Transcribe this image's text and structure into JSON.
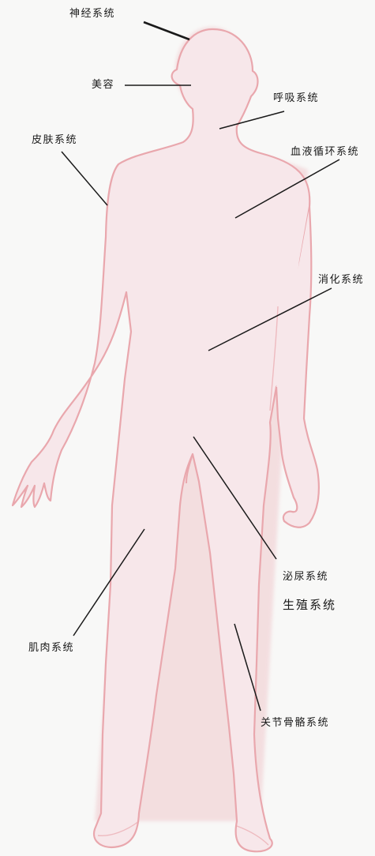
{
  "colors": {
    "background": "#f8f8f7",
    "body_fill": "#f7e7ea",
    "body_edge": "#e9a7ad",
    "leader_line": "#1a1a1a"
  },
  "labels": {
    "nervous": "神经系统",
    "beauty": "美容",
    "respiratory": "呼吸系统",
    "skin": "皮肤系统",
    "circulatory": "血液循环系统",
    "digestive": "消化系统",
    "urinary": "泌尿系统",
    "reproductive": "生殖系统",
    "muscular": "肌肉系统",
    "skeletal": "关节骨骼系统"
  }
}
